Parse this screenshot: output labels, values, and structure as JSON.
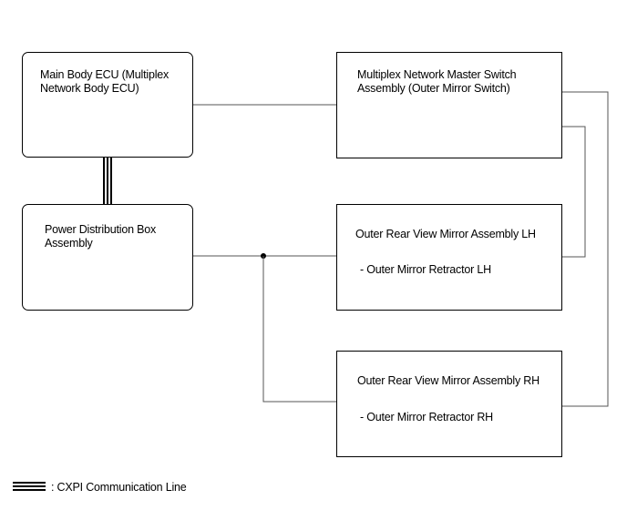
{
  "boxes": {
    "main_body_ecu": {
      "line1": "Main Body ECU (Multiplex",
      "line2": "Network Body ECU)"
    },
    "power_distribution": {
      "line1": "Power Distribution Box",
      "line2": "Assembly"
    },
    "master_switch": {
      "line1": "Multiplex Network Master Switch",
      "line2": "Assembly (Outer Mirror Switch)"
    },
    "mirror_lh": {
      "title": "Outer Rear View Mirror Assembly LH",
      "sub": "- Outer Mirror Retractor LH"
    },
    "mirror_rh": {
      "title": "Outer Rear View Mirror Assembly RH",
      "sub": "- Outer Mirror Retractor RH"
    }
  },
  "legend": {
    "label": ": CXPI Communication Line"
  }
}
